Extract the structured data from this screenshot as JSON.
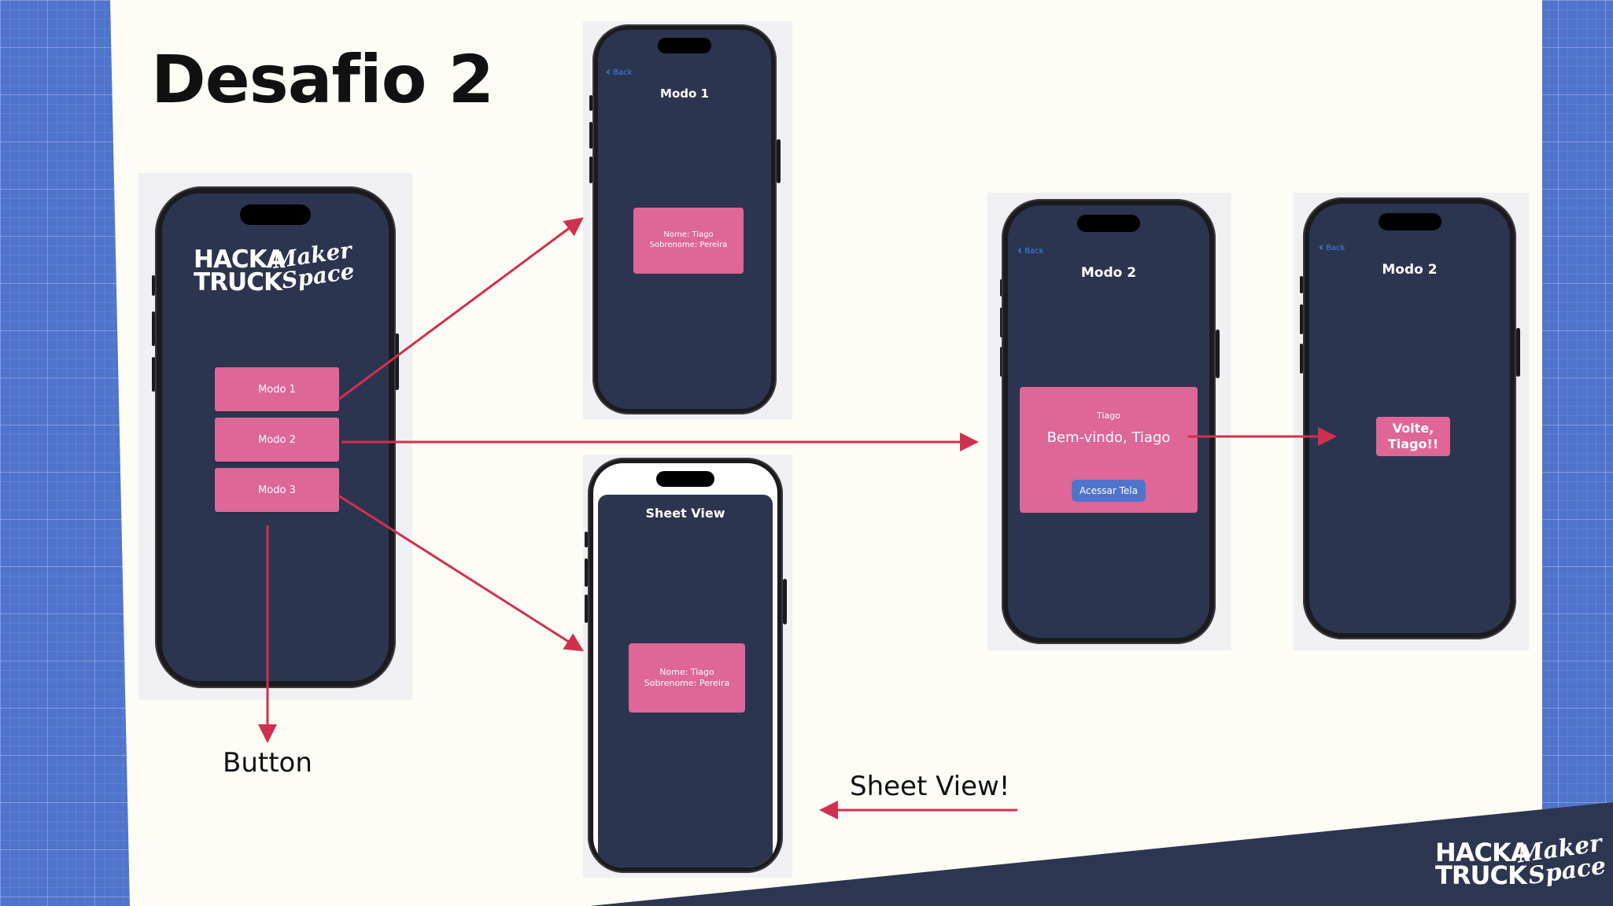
{
  "slide": {
    "title": "Desafio 2",
    "button_caption": "Button",
    "sheet_caption": "Sheet View!"
  },
  "home": {
    "logo_line1": "HACKA",
    "logo_line2": "TRUCK",
    "logo_script1": "Maker",
    "logo_script2": "Space",
    "buttons": [
      "Modo 1",
      "Modo 2",
      "Modo 3"
    ]
  },
  "modo1": {
    "back": "Back",
    "title": "Modo 1",
    "card_line1": "Nome: Tiago",
    "card_line2": "Sobrenome: Pereira"
  },
  "sheet": {
    "title": "Sheet View",
    "card_line1": "Nome: Tiago",
    "card_line2": "Sobrenome: Pereira"
  },
  "modo2": {
    "back": "Back",
    "title": "Modo 2",
    "card_small": "Tiago",
    "card_big": "Bem-vindo, Tiago",
    "button": "Acessar Tela"
  },
  "modo2b": {
    "back": "Back",
    "title": "Modo 2",
    "pill": "Volte, Tiago!!"
  },
  "corner_logo": {
    "line1": "HACKA",
    "line2": "TRUCK",
    "script1": "Maker",
    "script2": "Space"
  },
  "colors": {
    "phone_screen": "#2c354f",
    "pink": "#de6797",
    "arrow": "#d0304f",
    "back_link": "#3b82f6",
    "slide_bg": "#fdfcf5",
    "corner_dark": "#2c3650"
  }
}
